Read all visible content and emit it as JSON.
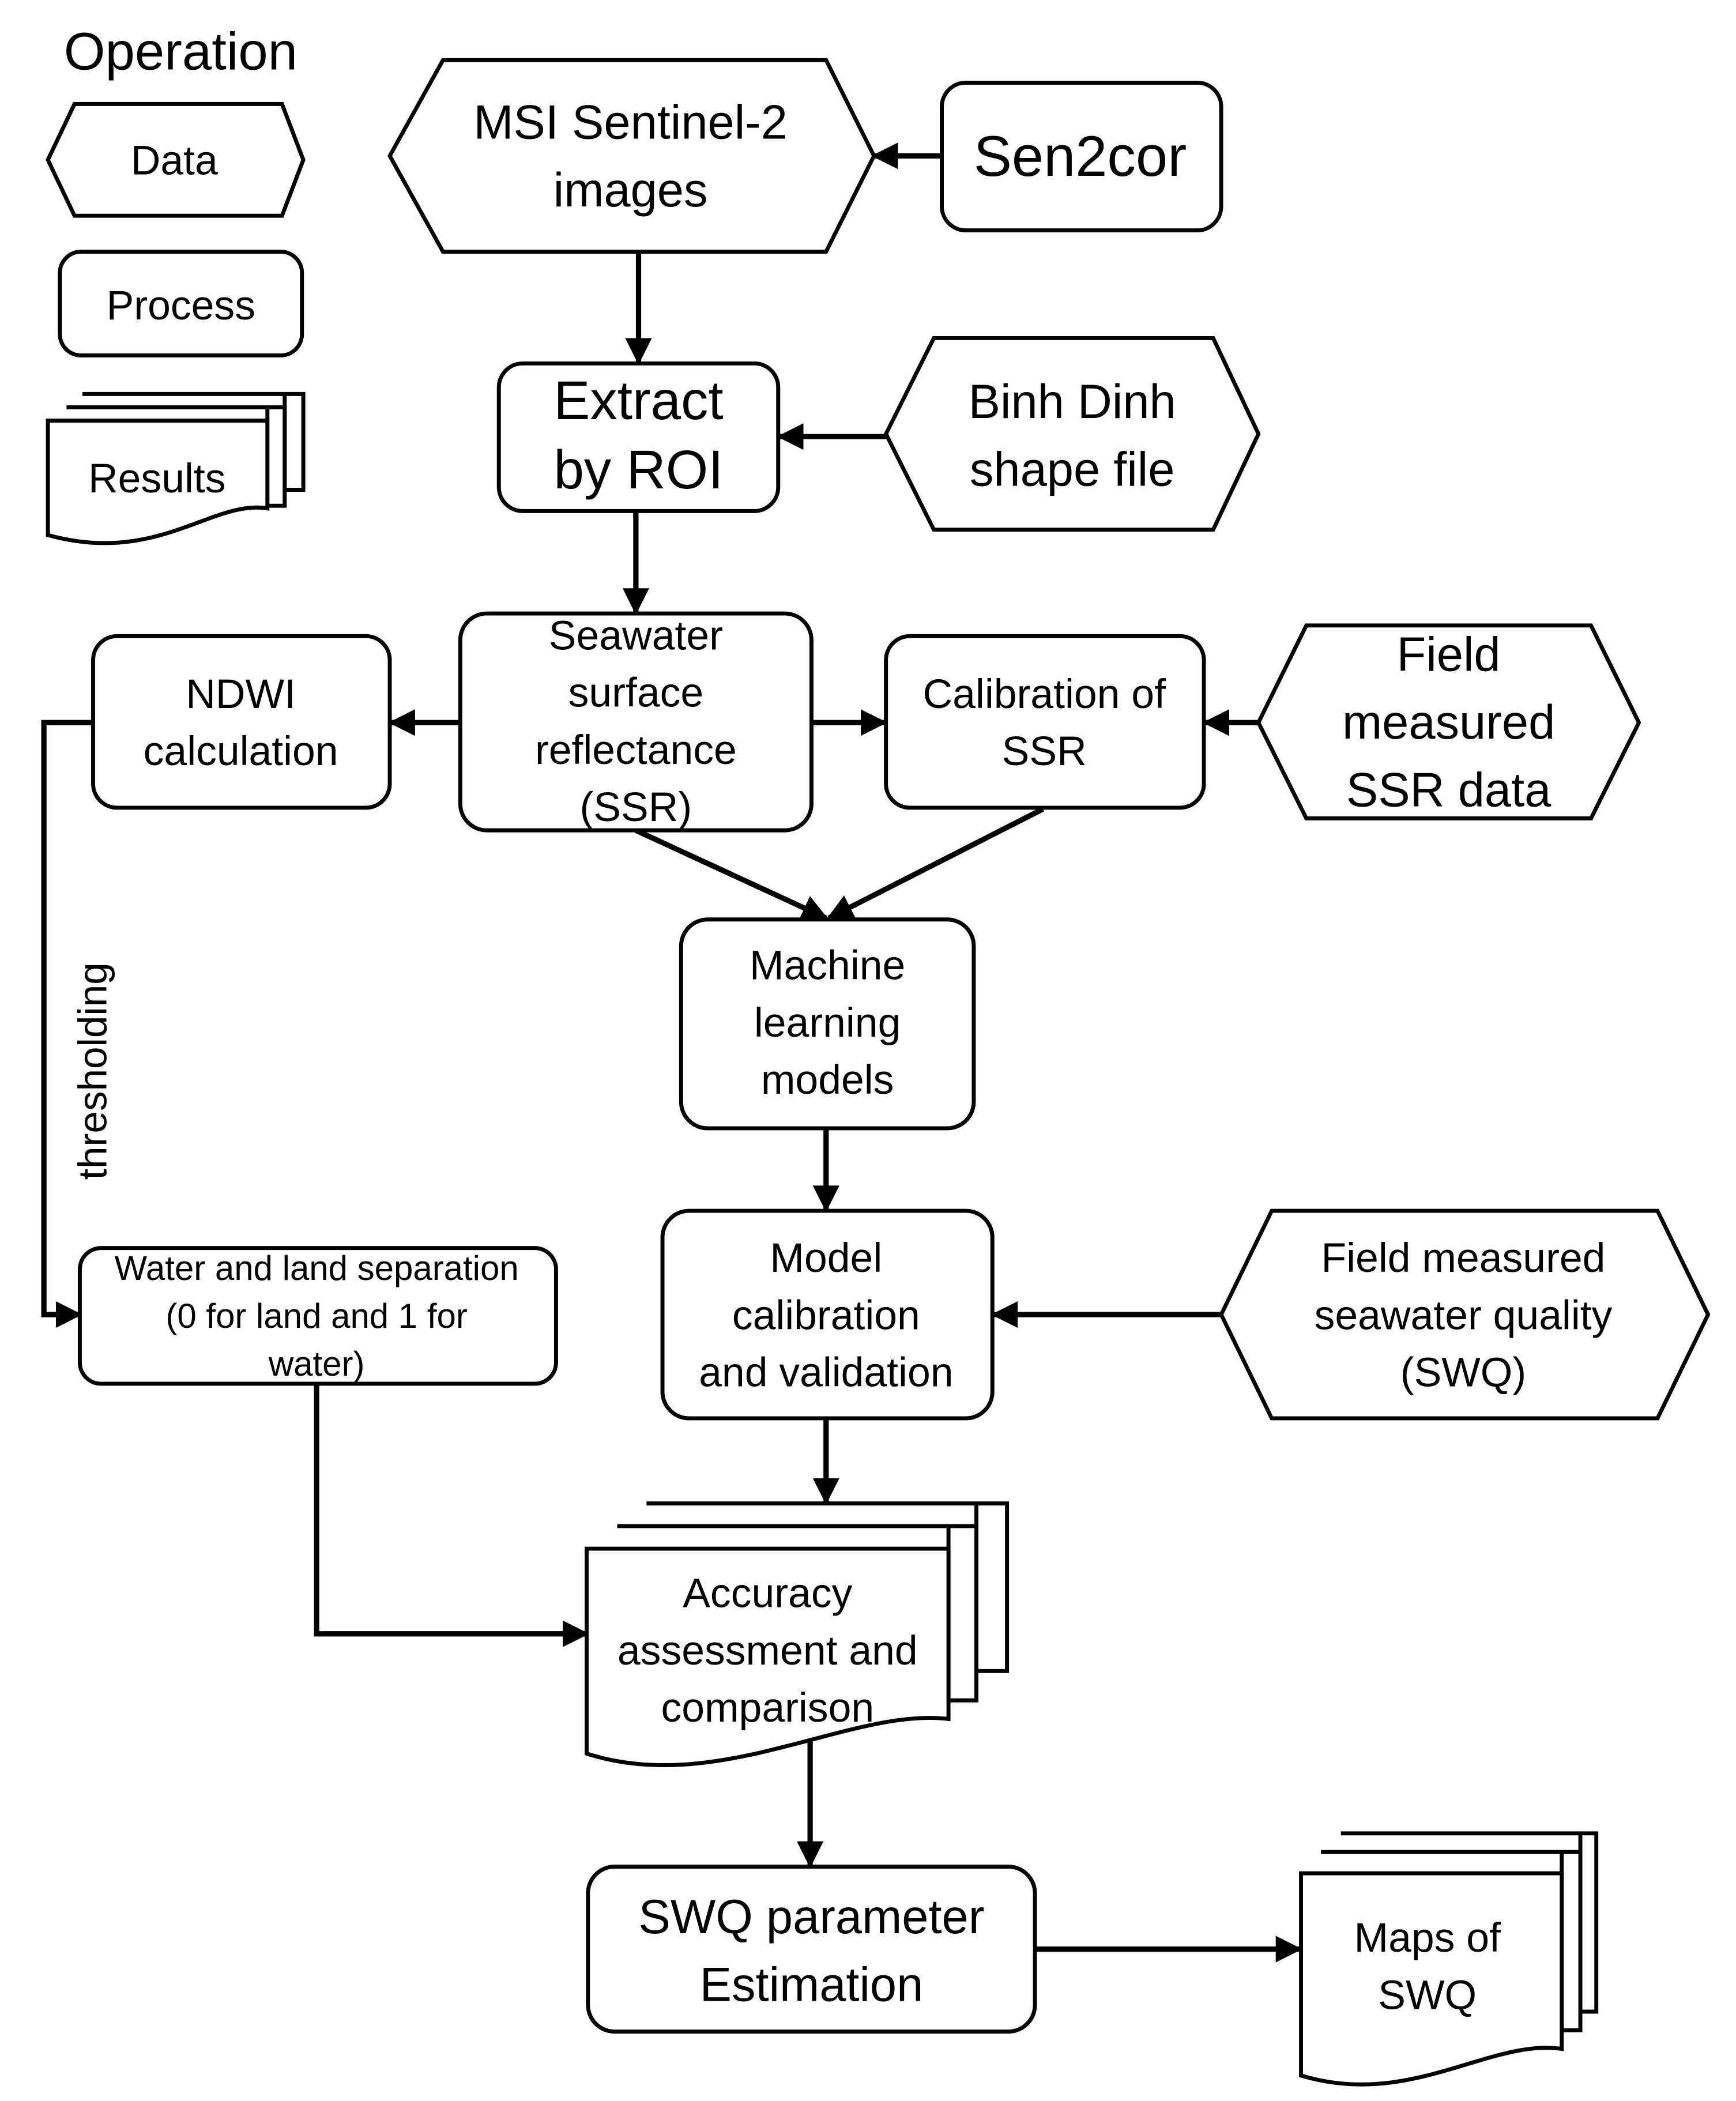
{
  "legend": {
    "title": "Operation",
    "data_label": "Data",
    "process_label": "Process",
    "results_label": "Results"
  },
  "nodes": {
    "msi": [
      "MSI Sentinel-2",
      "images"
    ],
    "sen2cor": [
      "Sen2cor"
    ],
    "extract": [
      "Extract",
      "by ROI"
    ],
    "binh_dinh": [
      "Binh Dinh",
      "shape file"
    ],
    "ssr": [
      "Seawater",
      "surface",
      "reflectance",
      "(SSR)"
    ],
    "ndwi": [
      "NDWI",
      "calculation"
    ],
    "calibration_ssr": [
      "Calibration of",
      "SSR"
    ],
    "field_ssr": [
      "Field",
      "measured",
      "SSR data"
    ],
    "ml": [
      "Machine",
      "learning",
      "models"
    ],
    "model_cal": [
      "Model",
      "calibration",
      "and validation"
    ],
    "field_swq": [
      "Field measured",
      "seawater quality",
      "(SWQ)"
    ],
    "water_land": [
      "Water and land separation",
      "(0 for land and 1 for",
      "water)"
    ],
    "accuracy": [
      "Accuracy",
      "assessment and",
      "comparison"
    ],
    "swq_est": [
      "SWQ parameter",
      "Estimation"
    ],
    "maps": [
      "Maps of",
      "SWQ"
    ]
  },
  "edge_labels": {
    "thresholding": "thresholding"
  }
}
